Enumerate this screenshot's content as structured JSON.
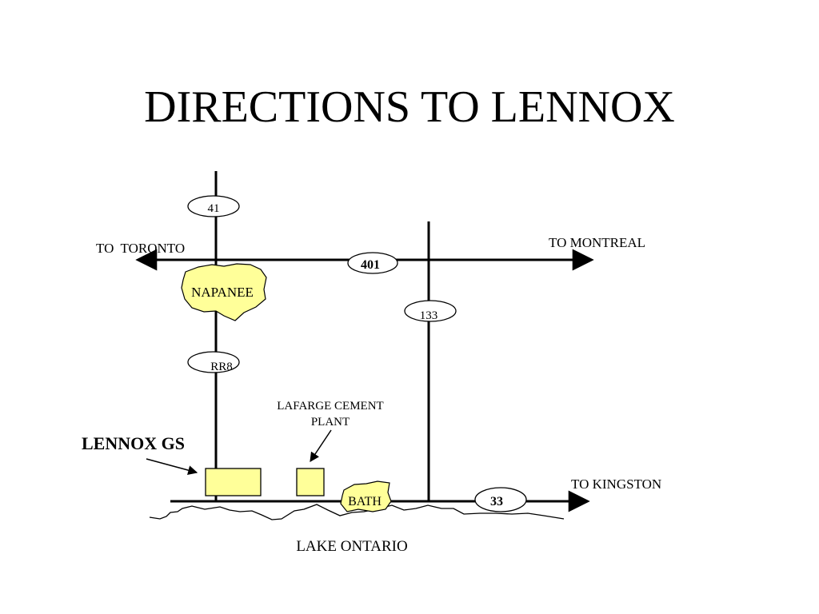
{
  "title": "DIRECTIONS TO LENNOX",
  "colors": {
    "ink": "#000000",
    "town_fill": "#ffff99",
    "background": "#ffffff"
  },
  "labels": {
    "to_toronto": "TO  TORONTO",
    "to_montreal": "TO MONTREAL",
    "to_kingston": "TO KINGSTON",
    "lake": "LAKE ONTARIO",
    "lennox_gs": "LENNOX GS",
    "lafarge_line1": "LAFARGE CEMENT",
    "lafarge_line2": "PLANT"
  },
  "towns": {
    "napanee": "NAPANEE",
    "bath": "BATH"
  },
  "routes": {
    "r41": "41",
    "r401": "401",
    "r133": "133",
    "rr8": "RR8",
    "r33": "33"
  }
}
